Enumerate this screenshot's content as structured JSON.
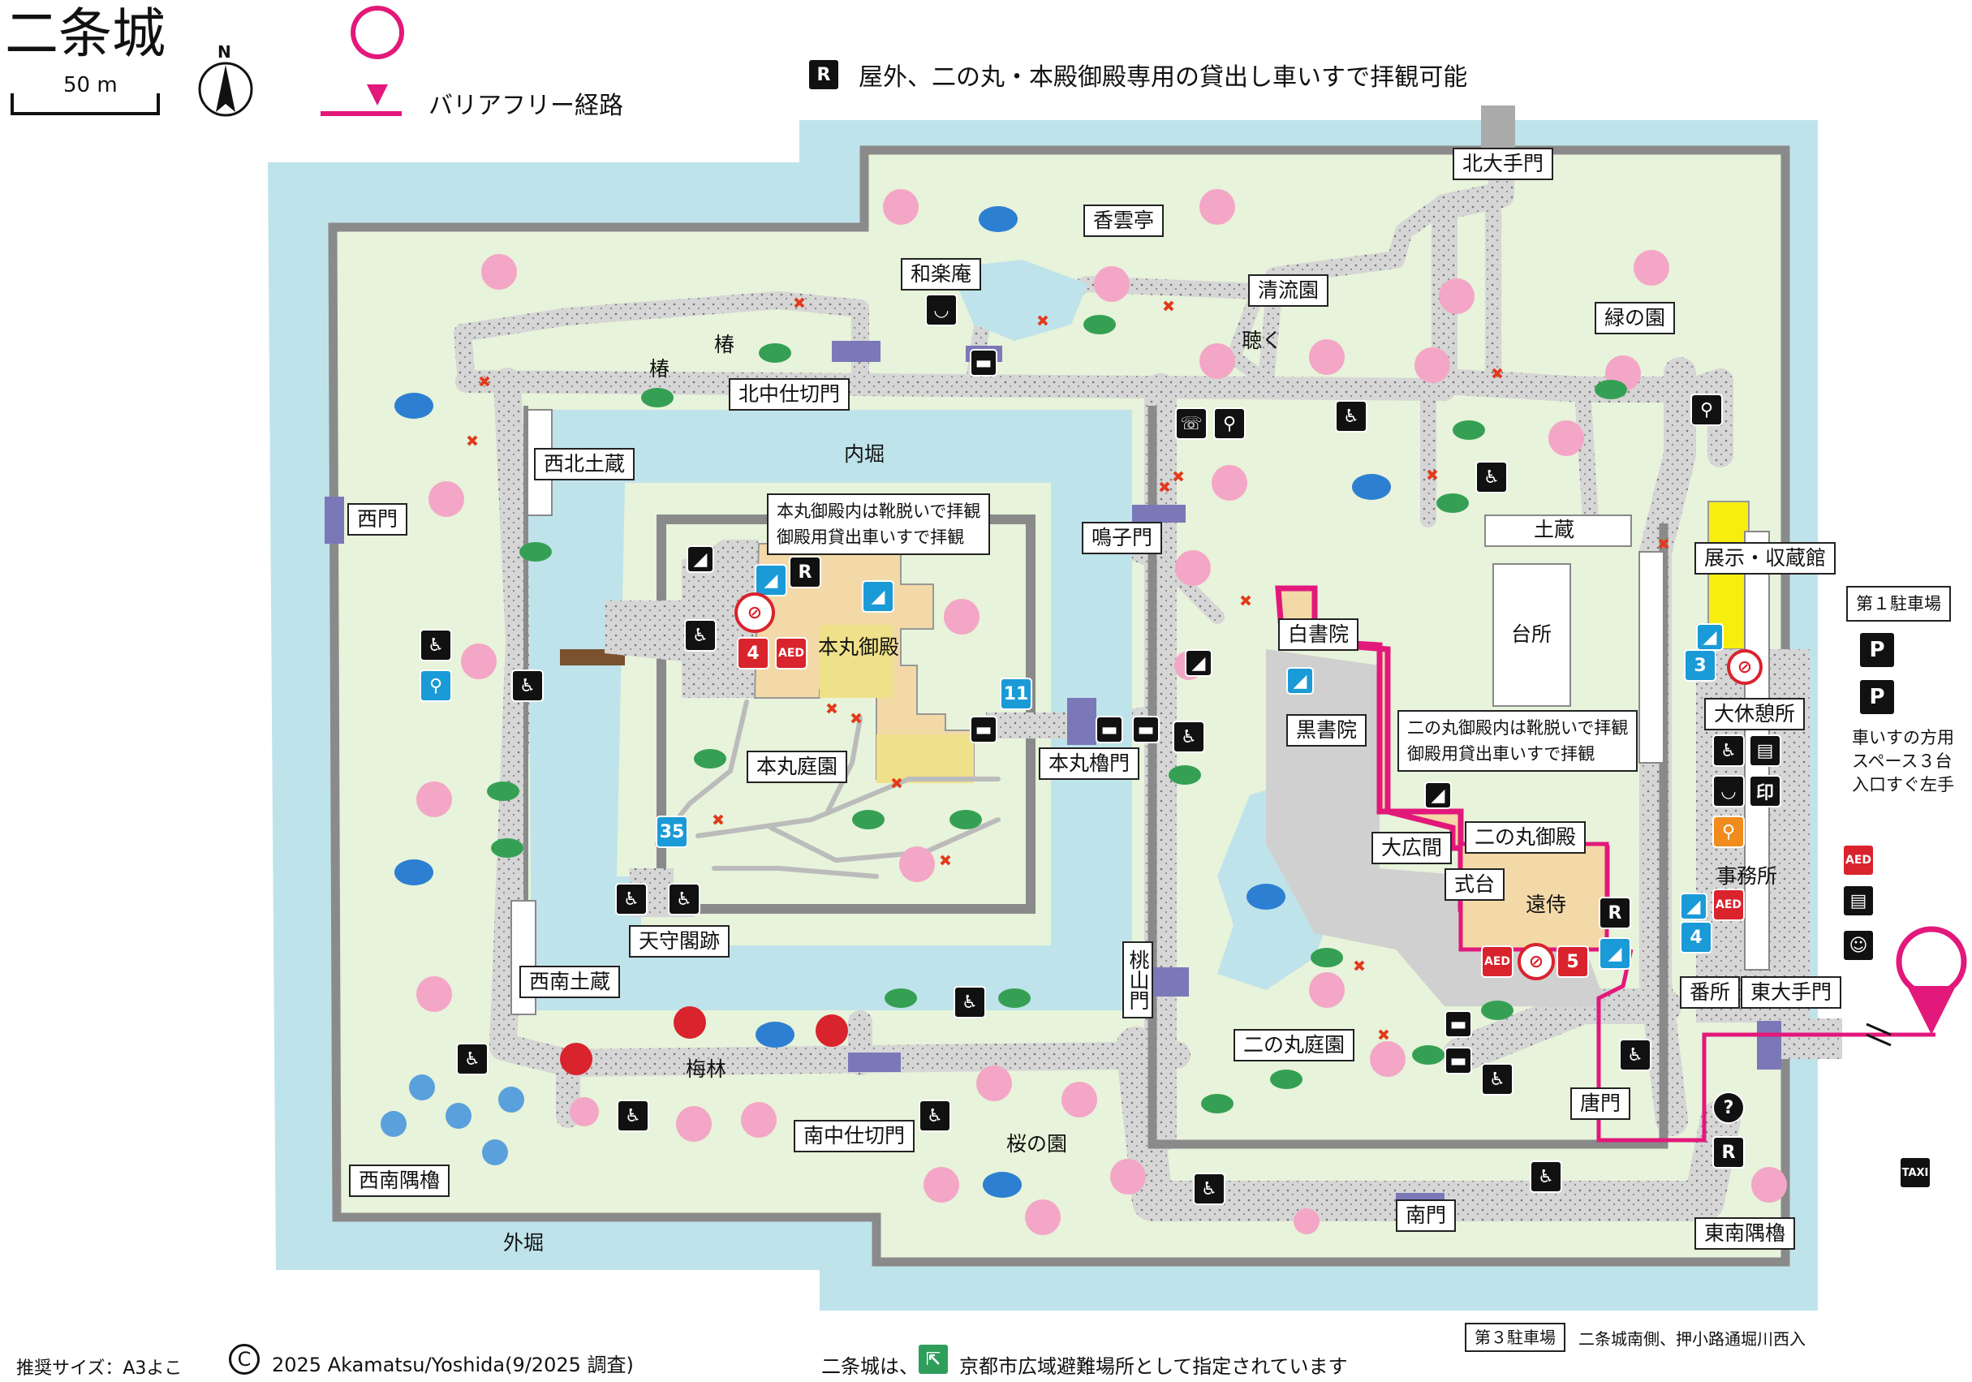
{
  "title": "二条城",
  "scale": {
    "label": "50 m"
  },
  "north": {
    "label": "N",
    "icon": "north-arrow-icon"
  },
  "legend": {
    "barrier_free_route": "バリアフリー経路",
    "wheelchair_rental": "屋外、二の丸・本殿御殿専用の貸出し車いすで拝観可能"
  },
  "gates": {
    "kita_otemon": "北大手門",
    "nishimon": "西門",
    "kita_nakashikirimon": "北中仕切門",
    "minami_nakashikirimon": "南中仕切門",
    "narukomon": "鳴子門",
    "honmaru_yaguramon": "本丸櫓門",
    "momoyamamon": "桃山門",
    "karamon": "唐門",
    "minamimon": "南門",
    "higashi_otemon": "東大手門"
  },
  "places": {
    "kounteitei": "香雲亭",
    "warakuan": "和楽庵",
    "seiryuen": "清流園",
    "midori_no_sono": "緑の園",
    "seihoku_dozou": "西北土蔵",
    "uchibori": "内堀",
    "honmaru_goten": "本丸御殿",
    "honmaru_teien": "本丸庭園",
    "tenshukaku_ato": "天守閣跡",
    "seinan_dozou": "西南土蔵",
    "dozou": "土蔵",
    "daidokoro": "台所",
    "shiroshoin": "白書院",
    "kuroshoin": "黒書院",
    "ohiroma": "大広間",
    "ninomaru_goten": "二の丸御殿",
    "shikidai": "式台",
    "tozamurai": "遠侍",
    "ninomaru_teien": "二の丸庭園",
    "bairin": "梅林",
    "sakura_no_sono": "桜の園",
    "seinan_sumiyagura": "西南隅櫓",
    "sotobori": "外堀",
    "tonan_sumiyagura": "東南隅櫓",
    "banjo": "番所",
    "jimusho": "事務所",
    "tenji_shuzokan": "展示・収蔵館",
    "daikyukeijo": "大休憩所",
    "tsubaki1": "椿",
    "tsubaki2": "椿",
    "kiku": "聴く"
  },
  "notes": {
    "honmaru": [
      "本丸御殿内は靴脱いで拝観",
      "御殿用貸出車いすで拝観"
    ],
    "ninomaru": [
      "二の丸御殿内は靴脱いで拝観",
      "御殿用貸出車いすで拝観"
    ]
  },
  "parking": {
    "lot1": "第１駐車場",
    "wheelchair_space": [
      "車いすの方用",
      "スペース３台",
      "入口すぐ左手"
    ],
    "lot3": "第３駐車場",
    "lot3_location": "二条城南側、押小路通堀川西入"
  },
  "steps": {
    "honmaru_stairs": "11",
    "tenshu_stairs": "35",
    "honmaru_inside": "4",
    "ninomaru_inside": "5",
    "kyukeijo_stairs": "3",
    "jimusho_stairs": "4"
  },
  "footer": {
    "paper_size": "推奨サイズ：A3よこ",
    "copyright": "2025 Akamatsu/Yoshida(9/2025 調査)",
    "copyright_mark": "C",
    "evac_prefix": "二条城は、",
    "evac_suffix": "京都市広域避難場所として指定されています"
  },
  "icons": {
    "aed": "AED",
    "stamp": "印",
    "question": "?",
    "taxi": "TAXI",
    "parking": "P",
    "wheelchair_rental": "R"
  },
  "colors": {
    "moat": "#bfe3ea",
    "ground": "#e7f3da",
    "wall": "#8a8a8a",
    "path": "#c8c8c8",
    "barrier_route": "#e2187b",
    "gate": "#7b78b8",
    "museum": "#f7ee10",
    "goten": "#f3d9a8"
  }
}
